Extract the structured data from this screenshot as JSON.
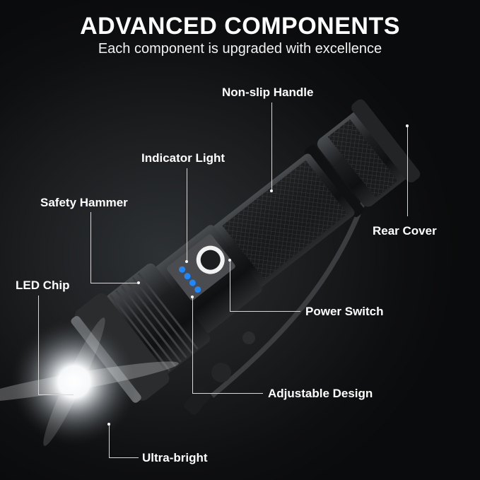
{
  "header": {
    "title": "ADVANCED COMPONENTS",
    "subtitle": "Each component is upgraded with excellence"
  },
  "callouts": {
    "non_slip_handle": "Non-slip Handle",
    "indicator_light": "Indicator Light",
    "safety_hammer": "Safety Hammer",
    "rear_cover": "Rear Cover",
    "led_chip": "LED Chip",
    "power_switch": "Power Switch",
    "adjustable_design": "Adjustable Design",
    "ultra_bright": "Ultra-bright"
  },
  "product": {
    "icon": "flashlight-icon",
    "indicator_led_count": 4,
    "indicator_color": "#1e88ff",
    "background_color": "#0c0d0f"
  }
}
